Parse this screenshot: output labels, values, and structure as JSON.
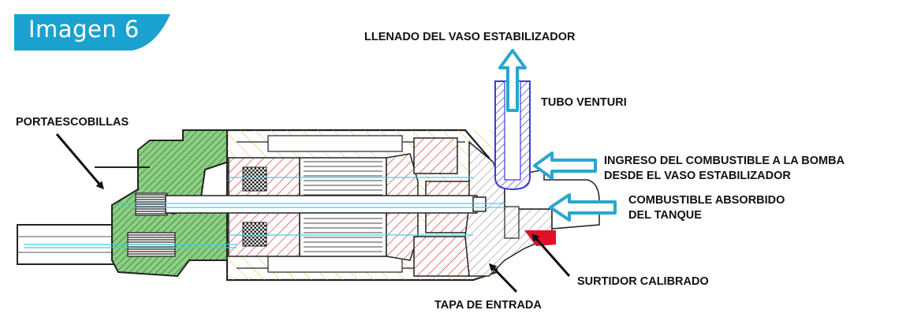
{
  "figure": {
    "tag_label": "Imagen 6"
  },
  "labels": {
    "llenado": "LLENADO DEL VASO ESTABILIZADOR",
    "tubo_venturi": "TUBO VENTURI",
    "portaescobillas": "PORTAESCOBILLAS",
    "ingreso_line1": "INGRESO DEL COMBUSTIBLE A LA BOMBA",
    "ingreso_line2": "DESDE EL VASO ESTABILIZADOR",
    "absorbido_line1": "COMBUSTIBLE ABSORBIDO",
    "absorbido_line2": "DEL TANQUE",
    "surtidor": "SURTIDOR CALIBRADO",
    "tapa": "TAPA DE ENTRADA"
  },
  "colors": {
    "tag": "#1aa1d0",
    "flow_arrow": "#2aa6cf",
    "venturi": "#3a3ad8",
    "housing_green": "#8dcf84",
    "red_hatch": "#d93030",
    "yellow_hatch": "#e0c040",
    "jet_red": "#e0102a"
  }
}
